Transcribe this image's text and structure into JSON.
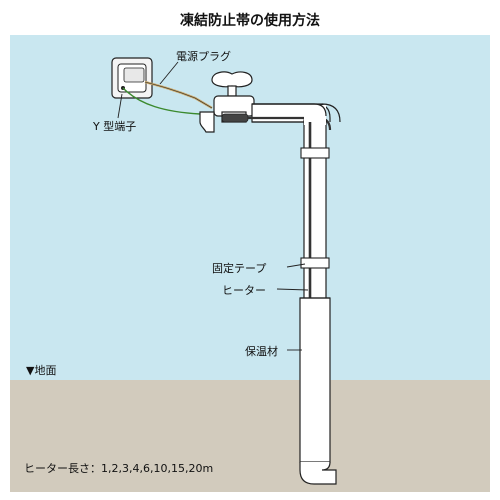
{
  "title": "凍結防止帯の使用方法",
  "labels": {
    "plug": "電源プラグ",
    "y_terminal": "Y 型端子",
    "tape": "固定テープ",
    "heater": "ヒーター",
    "insulation": "保温材",
    "ground": "▼地面",
    "lengths": "ヒーター長さ：1,2,3,4,6,10,15,20m"
  },
  "colors": {
    "sky": "#c9e7f0",
    "ground": "#d2cbbd",
    "pipe": "#ffffff",
    "outline": "#222222",
    "cord_green": "#3b8a2e",
    "cord_tan": "#c9a86a"
  }
}
